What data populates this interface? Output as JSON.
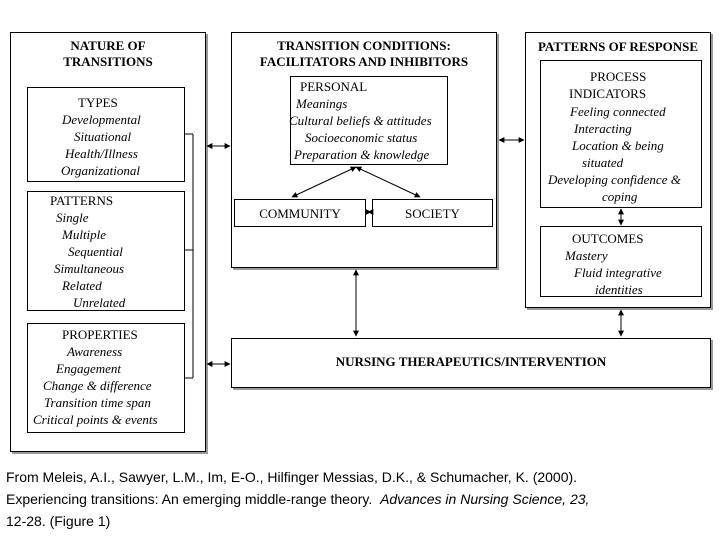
{
  "nature": {
    "title": [
      "NATURE OF",
      "TRANSITIONS"
    ],
    "types": {
      "heading": "TYPES",
      "items": [
        "Developmental",
        "Situational",
        "Health/Illness",
        "Organizational"
      ]
    },
    "patterns": {
      "heading": "PATTERNS",
      "items": [
        "Single",
        "Multiple",
        "Sequential",
        "Simultaneous",
        "Related",
        "Unrelated"
      ]
    },
    "properties": {
      "heading": "PROPERTIES",
      "items": [
        "Awareness",
        "Engagement",
        "Change & difference",
        "Transition time span",
        "Critical points & events"
      ]
    }
  },
  "conditions": {
    "title": [
      "TRANSITION CONDITIONS:",
      "FACILITATORS AND INHIBITORS"
    ],
    "personal": {
      "heading": "PERSONAL",
      "items": [
        "Meanings",
        "Cultural beliefs & attitudes",
        "Socioeconomic status",
        "Preparation & knowledge"
      ]
    },
    "community": "COMMUNITY",
    "society": "SOCIETY"
  },
  "response": {
    "title": "PATTERNS OF RESPONSE",
    "process": {
      "heading": [
        "PROCESS",
        "INDICATORS"
      ],
      "items": [
        "Feeling connected",
        "Interacting",
        "Location & being",
        "situated",
        "Developing confidence &",
        "coping"
      ]
    },
    "outcomes": {
      "heading": "OUTCOMES",
      "items": [
        "Mastery",
        "Fluid integrative",
        "identities"
      ]
    }
  },
  "nursing": "NURSING THERAPEUTICS/INTERVENTION",
  "citation": {
    "line1": "From Meleis, A.I., Sawyer, L.M., Im, E-O., Hilfinger Messias, D.K., & Schumacher, K.  (2000).",
    "line2_plain": "Experiencing transitions: An emerging middle-range theory.  ",
    "line2_italic": "Advances in Nursing Science, 23,",
    "line3": "12-28. (Figure 1)"
  }
}
